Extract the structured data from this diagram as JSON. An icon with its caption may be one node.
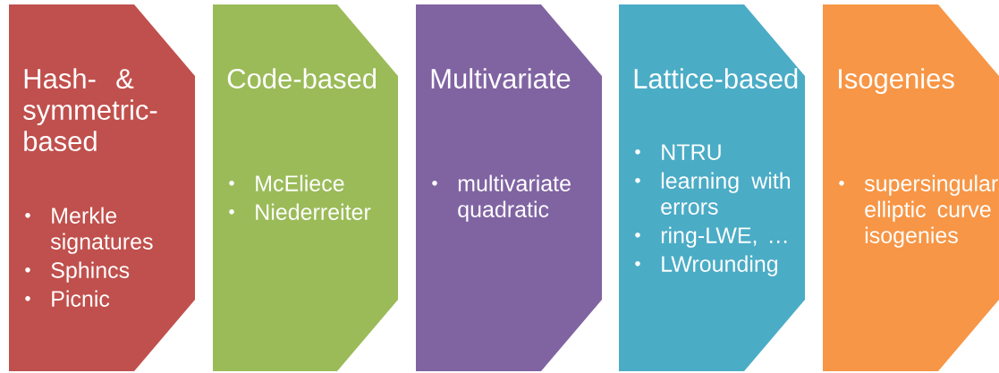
{
  "diagram": {
    "nodes": [
      {
        "text": [
          "Hash- & symmetric-based",
          "Merkle signatures",
          "Sphincs",
          "Picnic"
        ]
      },
      {
        "text": [
          "Code-based",
          "McEliece",
          "Niederreiter"
        ]
      },
      {
        "text": [
          "Multivariate",
          "multivariate quadratic"
        ]
      },
      {
        "text": [
          "Lattice-based",
          "NTRU",
          "learning with errors",
          "ring-LWE, …",
          "LWrounding"
        ]
      },
      {
        "text": [
          "Isogenies",
          "supersingular elliptic curve isogenies"
        ]
      }
    ]
  }
}
